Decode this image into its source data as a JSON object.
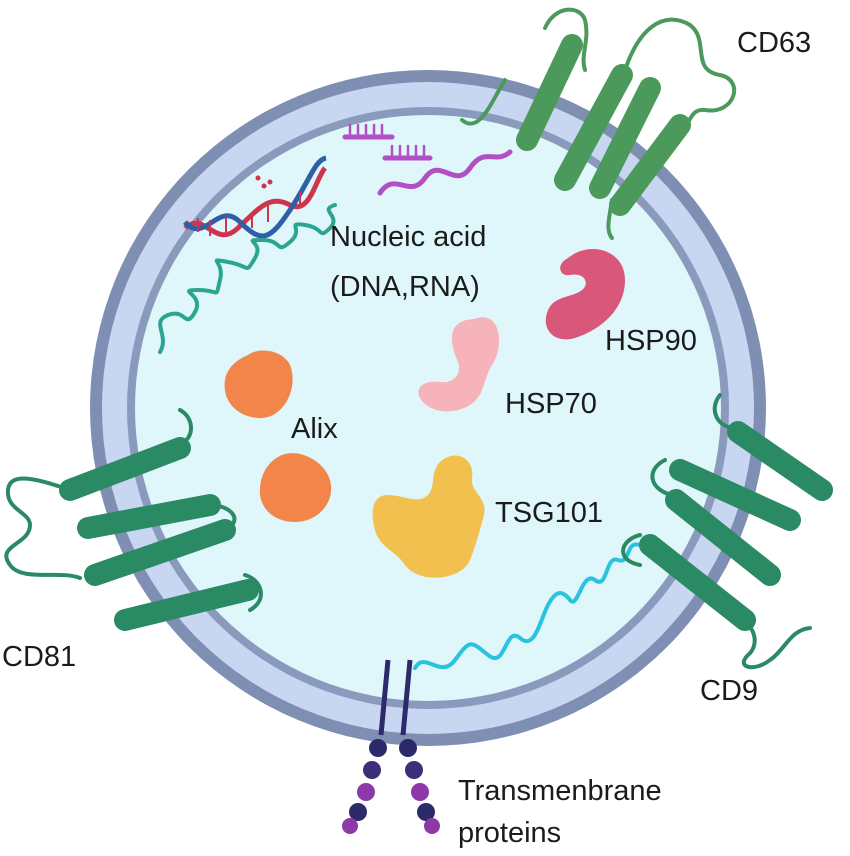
{
  "labels": {
    "nucleic_acid_line1": "Nucleic acid",
    "nucleic_acid_line2": "(DNA,RNA)",
    "cd63": "CD63",
    "hsp90": "HSP90",
    "hsp70": "HSP70",
    "alix": "Alix",
    "tsg101": "TSG101",
    "cd81": "CD81",
    "cd9": "CD9",
    "transmembrane_line1": "Transmenbrane",
    "transmembrane_line2": "proteins"
  },
  "colors": {
    "membrane_outer": "#7f8fb3",
    "membrane_inner": "#c8d6f2",
    "lumen": "#dff6fb",
    "tetraspanin_cd63": "#4b9a5b",
    "tetraspanin_cd81_cd9": "#2a8a64",
    "hsp90": "#d9577a",
    "hsp70": "#f6b3ba",
    "alix": "#f2854a",
    "tsg101": "#f2c04f",
    "rna_purple": "#b24fc4",
    "rna_teal": "#2aa58f",
    "rna_cyan": "#2ac3de",
    "dna_red": "#d0344c",
    "dna_blue": "#2f5fa6",
    "transmembrane_dark": "#2d2a6b",
    "transmembrane_purple": "#8d3aa8"
  }
}
